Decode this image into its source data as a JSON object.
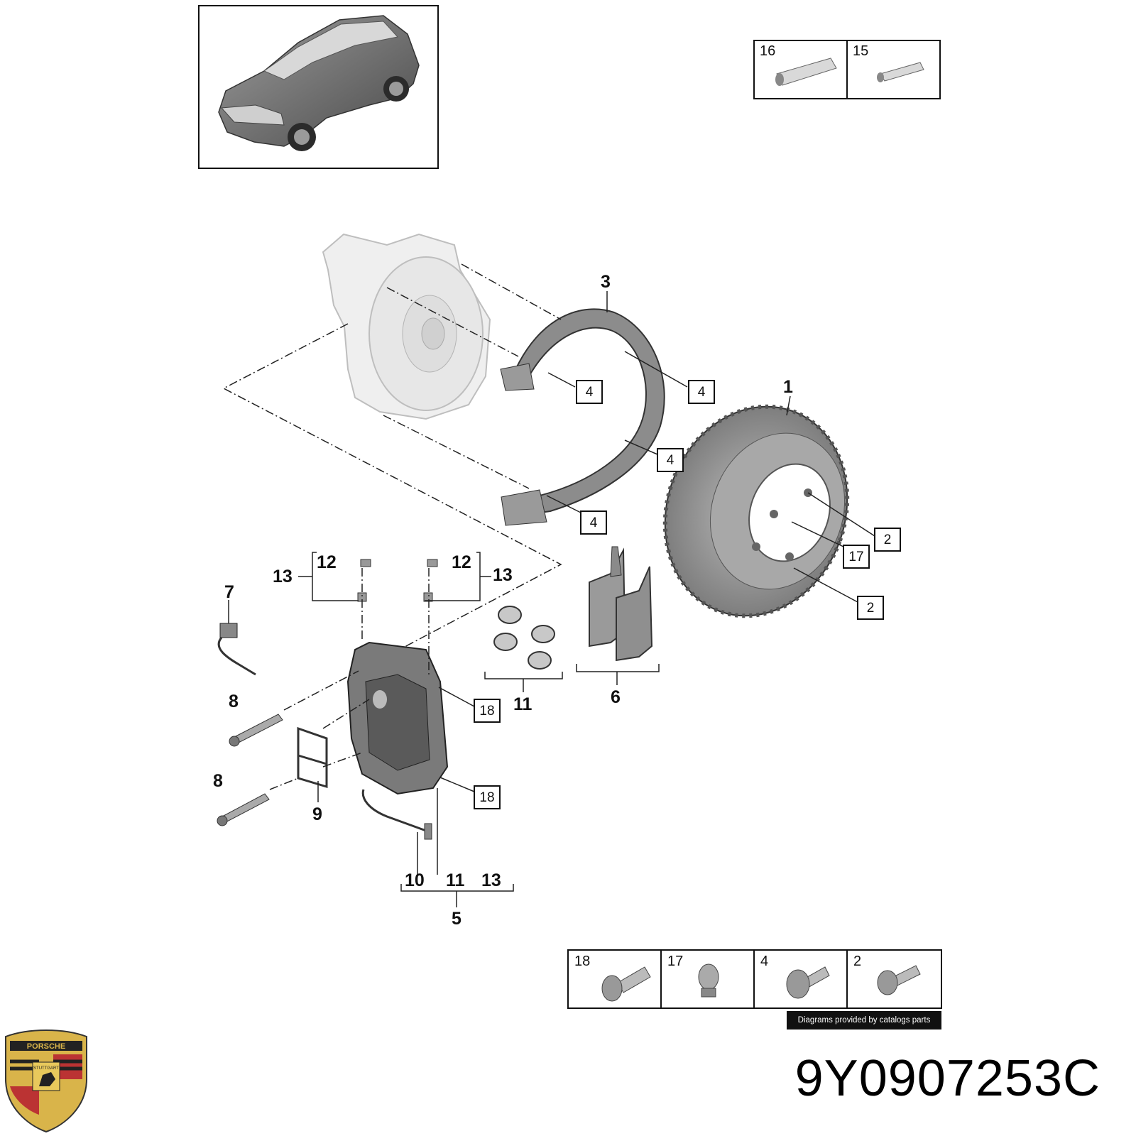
{
  "diagram": {
    "part_number": "9Y0907253C",
    "credit_text": "Diagrams provided by catalogs parts",
    "logo_text": "PORSCHE",
    "logo_subtext": "STUTTGART",
    "callouts": {
      "c1": "1",
      "c3": "3",
      "c5": "5",
      "c6": "6",
      "c7": "7",
      "c8a": "8",
      "c8b": "8",
      "c9": "9",
      "c10": "10",
      "c11a": "11",
      "c11b": "11",
      "c12a": "12",
      "c12b": "12",
      "c13a": "13",
      "c13b": "13",
      "c13c": "13"
    },
    "boxed": {
      "b4a": "4",
      "b4b": "4",
      "b4c": "4",
      "b4d": "4",
      "b2a": "2",
      "b2b": "2",
      "b17": "17",
      "b18a": "18",
      "b18b": "18"
    },
    "top_table": {
      "cells": [
        "16",
        "15"
      ]
    },
    "bottom_table": {
      "cells": [
        "18",
        "17",
        "4",
        "2"
      ]
    }
  }
}
